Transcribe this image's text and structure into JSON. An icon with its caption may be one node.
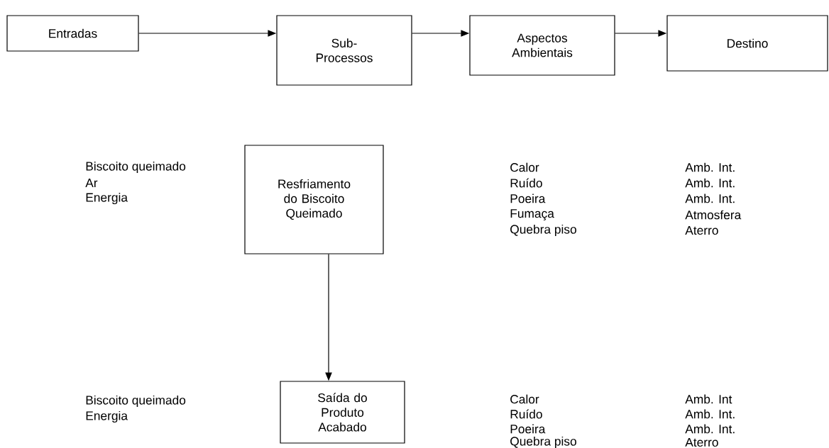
{
  "diagram": {
    "nodes": [
      {
        "text": [
          "Entradas"
        ]
      },
      {
        "text": [
          "Sub- Processos"
        ]
      },
      {
        "text": [
          "Aspectos Ambientais"
        ]
      },
      {
        "text": [
          "Destino"
        ]
      },
      {
        "text": [
          "Resfriamento do Biscoito Queimado"
        ]
      },
      {
        "text": [
          "Saída do Produto Acabado"
        ]
      }
    ],
    "edges": [
      {
        "from": 0,
        "to": 1,
        "arrow": "to"
      },
      {
        "from": 1,
        "to": 2,
        "arrow": "to"
      },
      {
        "from": 2,
        "to": 3,
        "arrow": "to"
      },
      {
        "from": 4,
        "to": 5,
        "arrow": "to"
      }
    ],
    "labels": [
      "Biscoito queimado",
      "Ar",
      "Energia",
      "Calor",
      "Ruído",
      "Poeira",
      "Fumaça",
      "Quebra piso",
      "Amb. Int.",
      "Amb. Int.",
      "Amb. Int.",
      "Atmosfera",
      "Aterro",
      "Biscoito queimado",
      "Energia",
      "Calor",
      "Ruído",
      "Poeira",
      "Quebra piso",
      "Amb. Int",
      "Amb. Int.",
      "Amb. Int.",
      "Aterro"
    ]
  }
}
